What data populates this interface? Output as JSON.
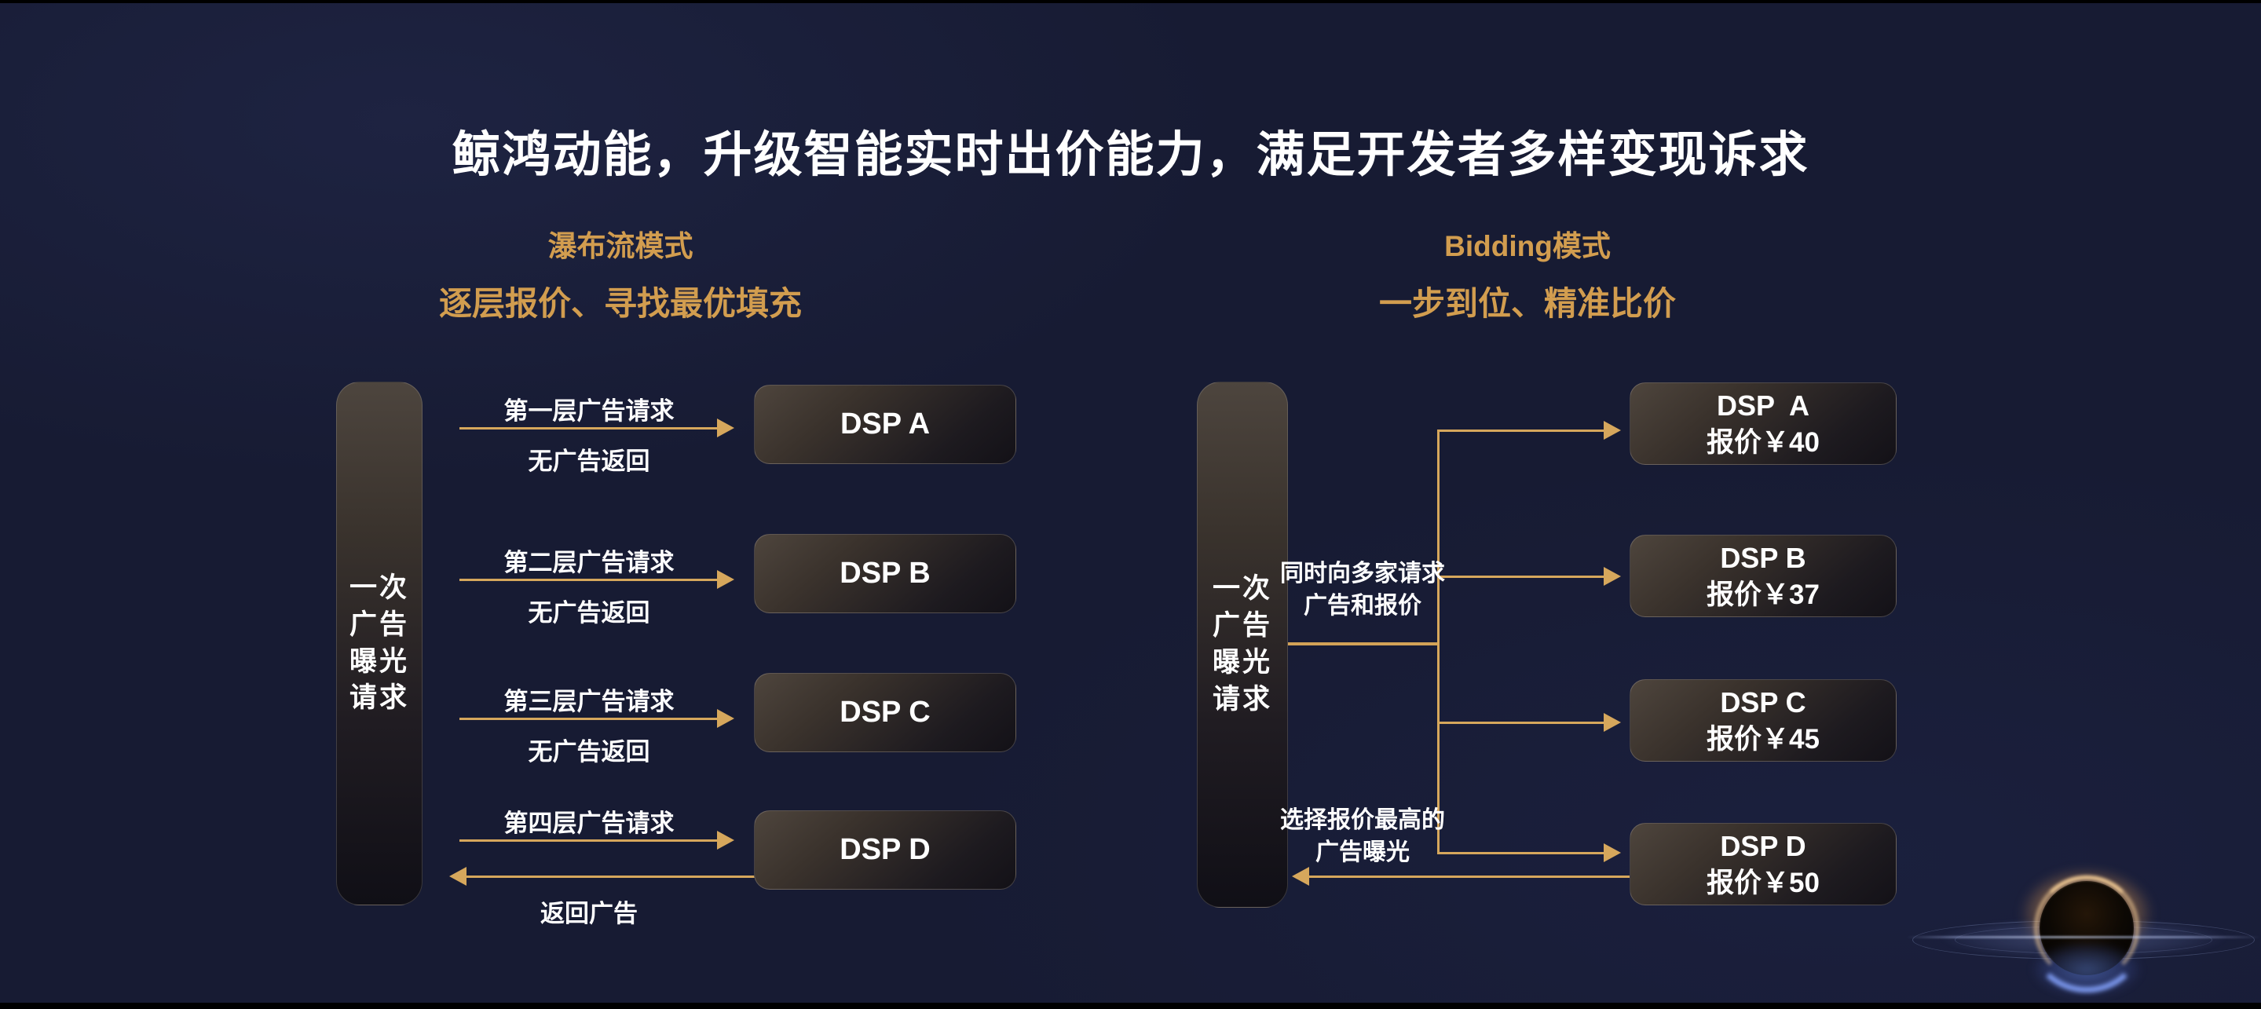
{
  "slide": {
    "title": "鲸鸿动能，升级智能实时出价能力，满足开发者多样变现诉求"
  },
  "waterfall": {
    "title": "瀑布流模式",
    "subtitle": "逐层报价、寻找最优填充",
    "source_lines": [
      "一次",
      "广告",
      "曝光",
      "请求"
    ],
    "rows": [
      {
        "request": "第一层广告请求",
        "response": "无广告返回",
        "dsp": "DSP A"
      },
      {
        "request": "第二层广告请求",
        "response": "无广告返回",
        "dsp": "DSP B"
      },
      {
        "request": "第三层广告请求",
        "response": "无广告返回",
        "dsp": "DSP C"
      },
      {
        "request": "第四层广告请求",
        "response": "返回广告",
        "dsp": "DSP D"
      }
    ]
  },
  "bidding": {
    "title": "Bidding模式",
    "subtitle": "一步到位、精准比价",
    "source_lines": [
      "一次",
      "广告",
      "曝光",
      "请求"
    ],
    "request_note": [
      "同时向多家请求",
      "广告和报价"
    ],
    "select_note": [
      "选择报价最高的",
      "广告曝光"
    ],
    "dsps": [
      {
        "name": "DSP  A",
        "price": "报价￥40"
      },
      {
        "name": "DSP B",
        "price": "报价￥37"
      },
      {
        "name": "DSP C",
        "price": "报价￥45"
      },
      {
        "name": "DSP D",
        "price": "报价￥50"
      }
    ]
  },
  "colors": {
    "background": "#171B33",
    "accent_gold": "#D29D4F",
    "arrow_gold": "#D6A75C",
    "text_white": "#FFFFFF"
  }
}
